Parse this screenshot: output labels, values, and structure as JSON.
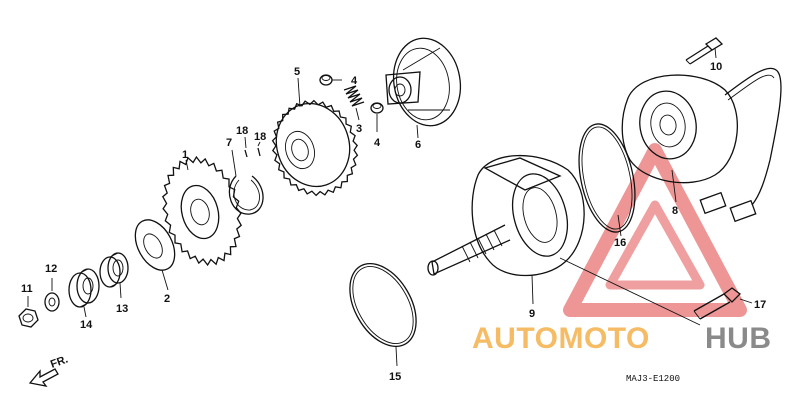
{
  "callouts": [
    {
      "id": "c1",
      "label": "1"
    },
    {
      "id": "c2",
      "label": "2"
    },
    {
      "id": "c3",
      "label": "3"
    },
    {
      "id": "c4a",
      "label": "4"
    },
    {
      "id": "c4b",
      "label": "4"
    },
    {
      "id": "c5",
      "label": "5"
    },
    {
      "id": "c6",
      "label": "6"
    },
    {
      "id": "c7",
      "label": "7"
    },
    {
      "id": "c8",
      "label": "8"
    },
    {
      "id": "c9",
      "label": "9"
    },
    {
      "id": "c10",
      "label": "10"
    },
    {
      "id": "c11",
      "label": "11"
    },
    {
      "id": "c12",
      "label": "12"
    },
    {
      "id": "c13",
      "label": "13"
    },
    {
      "id": "c14",
      "label": "14"
    },
    {
      "id": "c15",
      "label": "15"
    },
    {
      "id": "c16",
      "label": "16"
    },
    {
      "id": "c17",
      "label": "17"
    },
    {
      "id": "c18a",
      "label": "18"
    },
    {
      "id": "c18b",
      "label": "18"
    }
  ],
  "front_indicator": "FR.",
  "diagram_code": "MAJ3-E1200",
  "watermark": {
    "part1": "AUTOMOTO",
    "part2": "HUB",
    "color_main": "#f5b04a",
    "color_alt": "#7d7d7d",
    "triangle_color": "#e04040"
  }
}
